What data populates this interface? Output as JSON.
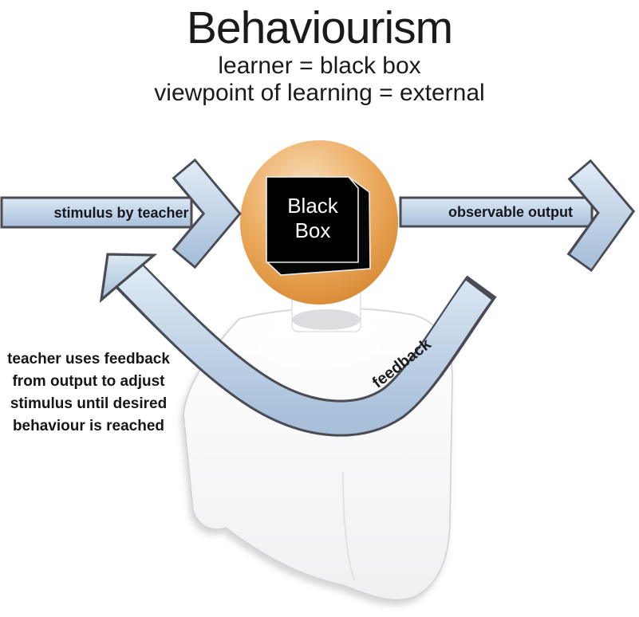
{
  "header": {
    "title": "Behaviourism",
    "subtitle": "learner = black box\nviewpoint of learning = external"
  },
  "labels": {
    "stimulus_arrow": "stimulus by teacher",
    "output_arrow": "observable output",
    "feedback_arrow": "feedback",
    "black_box": "Black\nBox",
    "feedback_note": "teacher uses feedback\nfrom output to adjust\nstimulus until desired\nbehaviour is reached"
  },
  "colors": {
    "border": "#4a4b53",
    "arrow_top": "#dce8f4",
    "arrow_bottom": "#a8c0da",
    "head_light": "#f8debb",
    "head_mid": "#eba95c",
    "head_dark": "#d4832c",
    "box_black": "#060606",
    "box_line": "#ededed",
    "body_top": "#ffffff",
    "body_bottom": "#f0f0f2",
    "body_edge": "#d2d2d5",
    "neck_shadow": "#c7c7c9",
    "text": "#1a1a1a"
  }
}
